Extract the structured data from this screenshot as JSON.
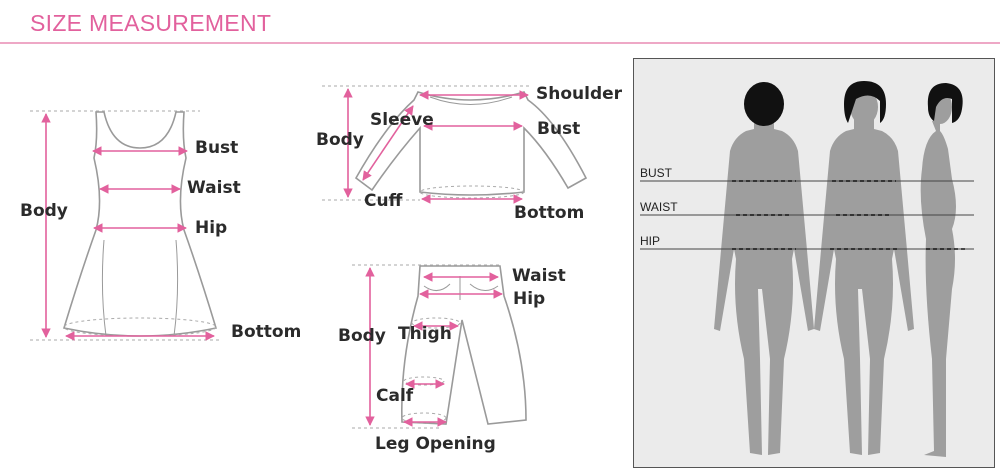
{
  "header": {
    "title": "SIZE MEASUREMENT"
  },
  "colors": {
    "accent": "#e2619d",
    "rule": "#eea8c6",
    "outline": "#9a9a9a",
    "figure": "#9e9e9e",
    "hair": "#111111",
    "panel": "#ebebeb"
  },
  "dress": {
    "body": "Body",
    "bust": "Bust",
    "waist": "Waist",
    "hip": "Hip",
    "bottom": "Bottom"
  },
  "top": {
    "shoulder": "Shoulder",
    "sleeve": "Sleeve",
    "body": "Body",
    "bust": "Bust",
    "cuff": "Cuff",
    "bottom": "Bottom"
  },
  "pants": {
    "waist": "Waist",
    "hip": "Hip",
    "body": "Body",
    "thigh": "Thigh",
    "calf": "Calf",
    "leg_opening": "Leg Opening"
  },
  "figure_panel": {
    "bust": "BUST",
    "waist": "WAIST",
    "hip": "HIP"
  }
}
